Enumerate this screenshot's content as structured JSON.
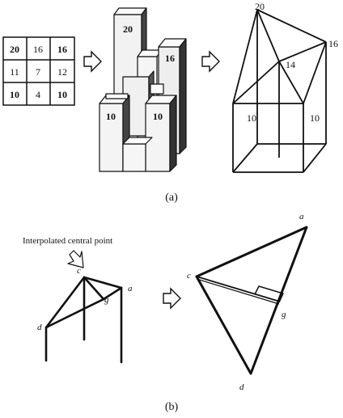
{
  "panel_a": {
    "caption": "(a)",
    "grid": [
      [
        "20",
        "16",
        "16"
      ],
      [
        "11",
        "7",
        "12"
      ],
      [
        "10",
        "4",
        "10"
      ]
    ],
    "blocks_labels": {
      "top": "20",
      "right": "16",
      "left": "10",
      "front": "10"
    },
    "wireframe_labels": {
      "apex": "20",
      "right_top": "16",
      "center": "14",
      "left": "10",
      "right": "10"
    }
  },
  "panel_b": {
    "caption": "(b)",
    "annotation": "Interpolated central point",
    "left_labels": {
      "c": "c",
      "a": "a",
      "g": "g",
      "d": "d"
    },
    "right_labels": {
      "a": "a",
      "c": "c",
      "g": "g",
      "d": "d"
    }
  }
}
